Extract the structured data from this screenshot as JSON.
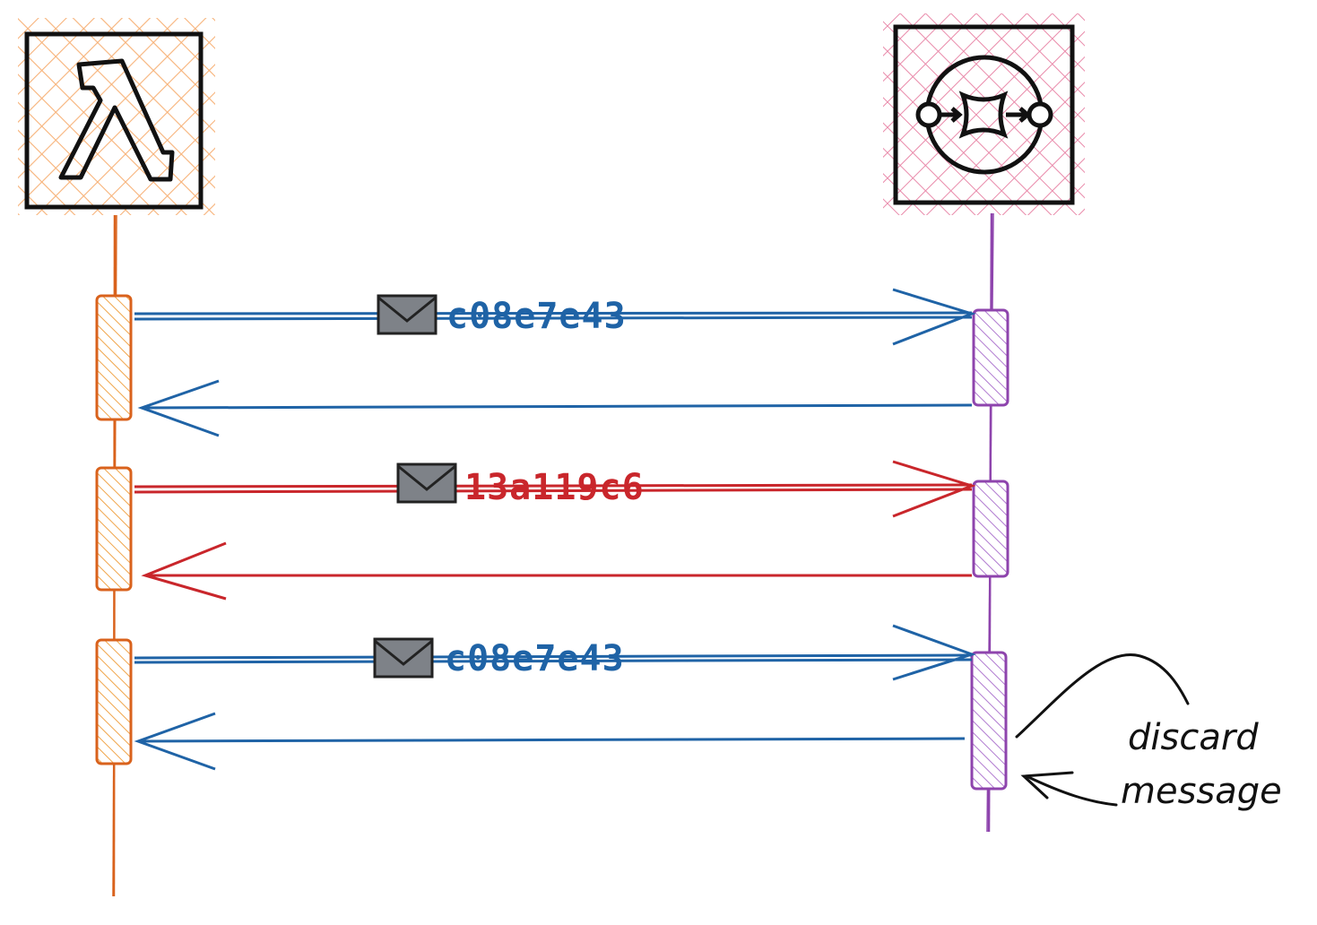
{
  "participants": [
    {
      "id": "lambda",
      "icon": "lambda-icon",
      "lifeline_color": "#d9621c",
      "fill_color": "#f7b37a"
    },
    {
      "id": "event-bus",
      "icon": "eventbridge-icon",
      "lifeline_color": "#8e44ad",
      "fill_color": "#e98aaa"
    }
  ],
  "messages": [
    {
      "label": "c08e7e43",
      "color": "#1f63a6"
    },
    {
      "label": "13a119c6",
      "color": "#c9262b"
    },
    {
      "label": "c08e7e43",
      "color": "#1f63a6"
    }
  ],
  "envelope_color": "#7e8288",
  "note": {
    "line1": "discard",
    "line2": "message"
  }
}
